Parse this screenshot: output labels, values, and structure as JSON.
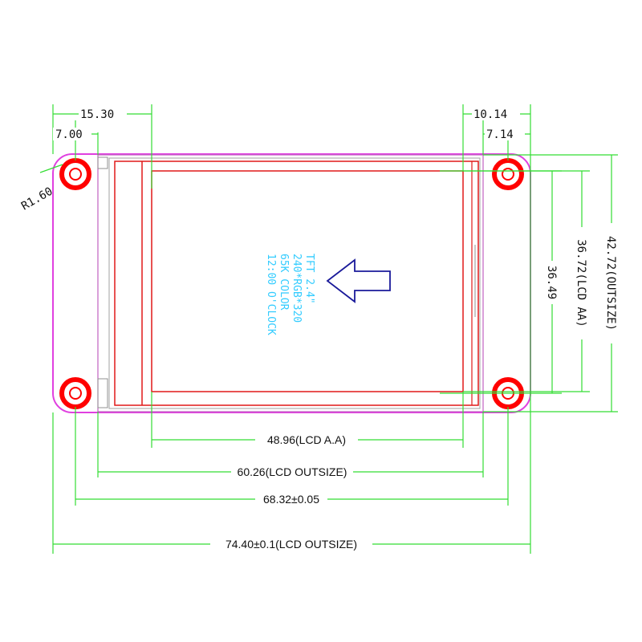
{
  "colors": {
    "dimension": "#33dd33",
    "outline": "#e040e0",
    "lcd_edge": "#e01818",
    "mount_hole": "#ff0000",
    "annotation": "#33ccff",
    "arrow": "#1a1a9a",
    "background": "#ffffff"
  },
  "dimensions": {
    "top_left_outer": "15.30",
    "top_left_inner": "7.00",
    "top_right_outer": "10.14",
    "top_right_inner": "7.14",
    "corner_radius": "R1.60",
    "outsize_height": "42.72(OUTSIZE)",
    "lcd_aa_height": "36.72(LCD AA)",
    "viewing_height": "36.49",
    "lcd_aa_width": "48.96(LCD A.A)",
    "lcd_outsize_width": "60.26(LCD OUTSIZE)",
    "hole_pitch": "68.32±0.05",
    "total_width": "74.40±0.1(LCD OUTSIZE)"
  },
  "panel_label": {
    "line1": "TFT 2.4\"",
    "line2": "240*RGB*320",
    "line3": "65K COLOR",
    "line4": "12:00 O'CLOCK"
  },
  "orientation_arrow": "left-arrow"
}
